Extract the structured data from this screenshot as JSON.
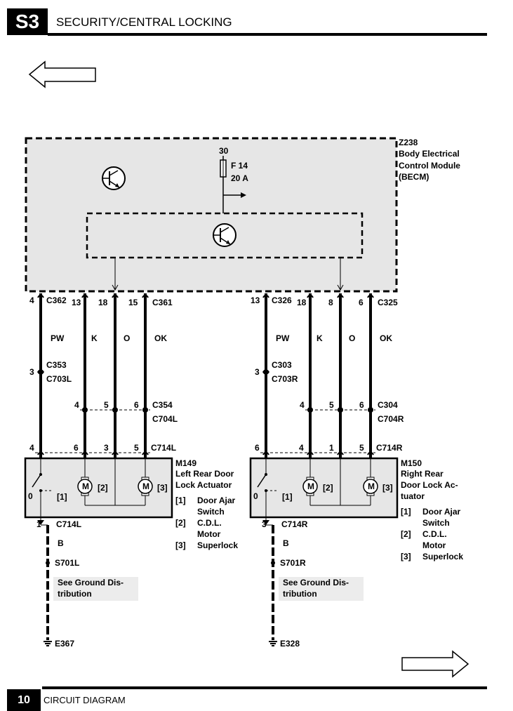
{
  "header": {
    "section": "S3",
    "title": "SECURITY/CENTRAL LOCKING"
  },
  "footer": {
    "page_number": "10",
    "title": "CIRCUIT DIAGRAM"
  },
  "becm": {
    "id": "Z238",
    "name_line1": "Body Electrical",
    "name_line2": "Control Module",
    "name_line3": "(BECM)",
    "fuse_supply": "30",
    "fuse_id": "F 14",
    "fuse_rating": "20 A"
  },
  "left": {
    "top_connectors": {
      "pin_pw": "4",
      "conn_a": "C362",
      "pin_k": "13",
      "pin_o": "18",
      "pin_ok": "15",
      "conn_b": "C361"
    },
    "wire_colors": {
      "pw": "PW",
      "k": "K",
      "o": "O",
      "ok": "OK"
    },
    "inline_a": {
      "pin": "3",
      "name1": "C353",
      "name2": "C703L"
    },
    "inline_b": {
      "pin_k": "4",
      "pin_o": "5",
      "pin_ok": "6",
      "name1": "C354",
      "name2": "C704L"
    },
    "actuator_conn": {
      "pin_pw": "4",
      "pin_k": "6",
      "pin_o": "3",
      "pin_ok": "5",
      "name": "C714L"
    },
    "component": {
      "id": "M149",
      "line1": "Left Rear Door",
      "line2": "Lock Actuator"
    },
    "switch_pin": "0",
    "motor_label": "M",
    "legend_ref1": "[1]",
    "legend_ref2": "[2]",
    "legend_ref3": "[3]",
    "legend": [
      {
        "ref": "[1]",
        "line1": "Door Ajar",
        "line2": "Switch"
      },
      {
        "ref": "[2]",
        "line1": "C.D.L.",
        "line2": "Motor"
      },
      {
        "ref": "[3]",
        "line1": "Superlock",
        "line2": ""
      }
    ],
    "ground_conn": {
      "pin": "1",
      "name": "C714L"
    },
    "ground_wire_color": "B",
    "splice": "S701L",
    "note_line1": "See Ground Dis-",
    "note_line2": "tribution",
    "earth": "E367"
  },
  "right": {
    "top_connectors": {
      "pin_pw": "13",
      "conn_a": "C326",
      "pin_k": "18",
      "pin_o": "8",
      "pin_ok": "6",
      "conn_b": "C325"
    },
    "wire_colors": {
      "pw": "PW",
      "k": "K",
      "o": "O",
      "ok": "OK"
    },
    "inline_a": {
      "pin": "3",
      "name1": "C303",
      "name2": "C703R"
    },
    "inline_b": {
      "pin_k": "4",
      "pin_o": "5",
      "pin_ok": "6",
      "name1": "C304",
      "name2": "C704R"
    },
    "actuator_conn": {
      "pin_pw": "6",
      "pin_k": "4",
      "pin_o": "1",
      "pin_ok": "5",
      "name": "C714R"
    },
    "component": {
      "id": "M150",
      "line1": "Right Rear",
      "line2": "Door Lock Ac-",
      "line3": "tuator"
    },
    "switch_pin": "0",
    "motor_label": "M",
    "legend_ref1": "[1]",
    "legend_ref2": "[2]",
    "legend_ref3": "[3]",
    "legend": [
      {
        "ref": "[1]",
        "line1": "Door Ajar",
        "line2": "Switch"
      },
      {
        "ref": "[2]",
        "line1": "C.D.L.",
        "line2": "Motor"
      },
      {
        "ref": "[3]",
        "line1": "Superlock",
        "line2": ""
      }
    ],
    "ground_conn": {
      "pin": "3",
      "name": "C714R"
    },
    "ground_wire_color": "B",
    "splice": "S701R",
    "note_line1": "See Ground Dis-",
    "note_line2": "tribution",
    "earth": "E328"
  },
  "navigation": {
    "prev_icon": "arrow-left-icon",
    "next_icon": "arrow-right-icon"
  },
  "colors": {
    "module_fill": "#e6e6e6",
    "note_fill": "#ececec",
    "line": "#000000"
  }
}
